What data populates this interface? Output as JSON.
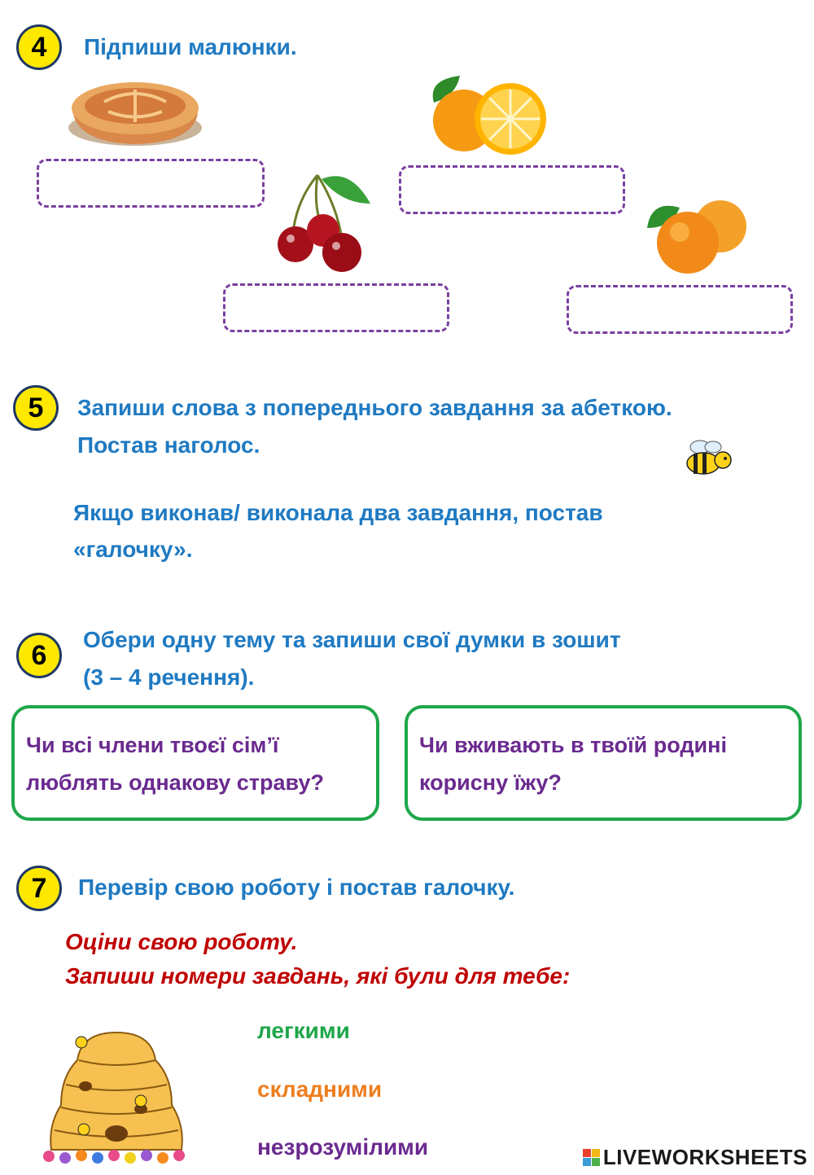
{
  "task4": {
    "number": "4",
    "title": "Підпиши малюнки."
  },
  "task5": {
    "number": "5",
    "line1": "Запиши слова з попереднього завдання за абеткою.",
    "line2": "Постав наголос.",
    "note_line1": "Якщо виконав/ виконала два завдання, постав",
    "note_line2": "«галочку»."
  },
  "task6": {
    "number": "6",
    "line1": "Обери одну тему та запиши свої думки в зошит",
    "line2": "(3 – 4 речення).",
    "topics": [
      {
        "line1": "Чи всі члени твоєї сім’ї",
        "line2": "люблять однакову страву?"
      },
      {
        "line1": "Чи вживають в твоїй родині",
        "line2": "корисну їжу?"
      }
    ]
  },
  "task7": {
    "number": "7",
    "title": "Перевір свою роботу і постав галочку.",
    "rate_line1": "Оціни свою роботу.",
    "rate_line2": "Запиши номери завдань, які були для тебе:",
    "levels": [
      {
        "label": "легкими",
        "color": "#1ea64a"
      },
      {
        "label": "складними",
        "color": "#ee7d1d"
      },
      {
        "label": "незрозумілими",
        "color": "#6a2a8f"
      }
    ]
  },
  "watermark": {
    "text": "LIVEWORKSHEETS"
  },
  "icons": [
    "pie-image",
    "orange-image",
    "cherry-image",
    "apricot-image",
    "bee-icon",
    "beehive-image"
  ]
}
